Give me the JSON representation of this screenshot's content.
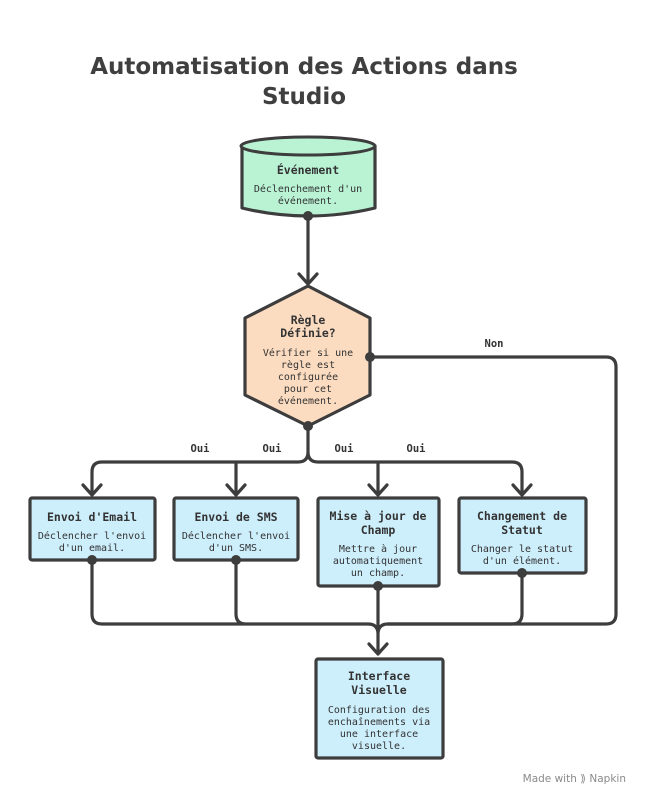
{
  "title": {
    "line1": "Automatisation des Actions dans",
    "line2": "Studio"
  },
  "nodes": {
    "event": {
      "title": "Événement",
      "desc": [
        "Déclenchement d'un",
        "événement."
      ],
      "color": "#b9f3d4"
    },
    "rule": {
      "title": [
        "Règle",
        "Définie?"
      ],
      "desc": [
        "Vérifier si une",
        "règle est",
        "configurée",
        "pour cet",
        "événement."
      ],
      "color": "#fcdcc1"
    },
    "email": {
      "title": "Envoi d'Email",
      "desc": [
        "Déclencher l'envoi",
        "d'un email."
      ],
      "color": "#cdeefb"
    },
    "sms": {
      "title": "Envoi de SMS",
      "desc": [
        "Déclencher l'envoi",
        "d'un SMS."
      ],
      "color": "#cdeefb"
    },
    "field": {
      "title": [
        "Mise à jour de",
        "Champ"
      ],
      "desc": [
        "Mettre à jour",
        "automatiquement",
        "un champ."
      ],
      "color": "#cdeefb"
    },
    "status": {
      "title": [
        "Changement de",
        "Statut"
      ],
      "desc": [
        "Changer le statut",
        "d'un élément."
      ],
      "color": "#cdeefb"
    },
    "ui": {
      "title": [
        "Interface",
        "Visuelle"
      ],
      "desc": [
        "Configuration des",
        "enchaînements via",
        "une interface",
        "visuelle."
      ],
      "color": "#cdeefb"
    }
  },
  "edges": {
    "yes_label": "Oui",
    "no_label": "Non"
  },
  "credit": "Made with ⟫ Napkin"
}
